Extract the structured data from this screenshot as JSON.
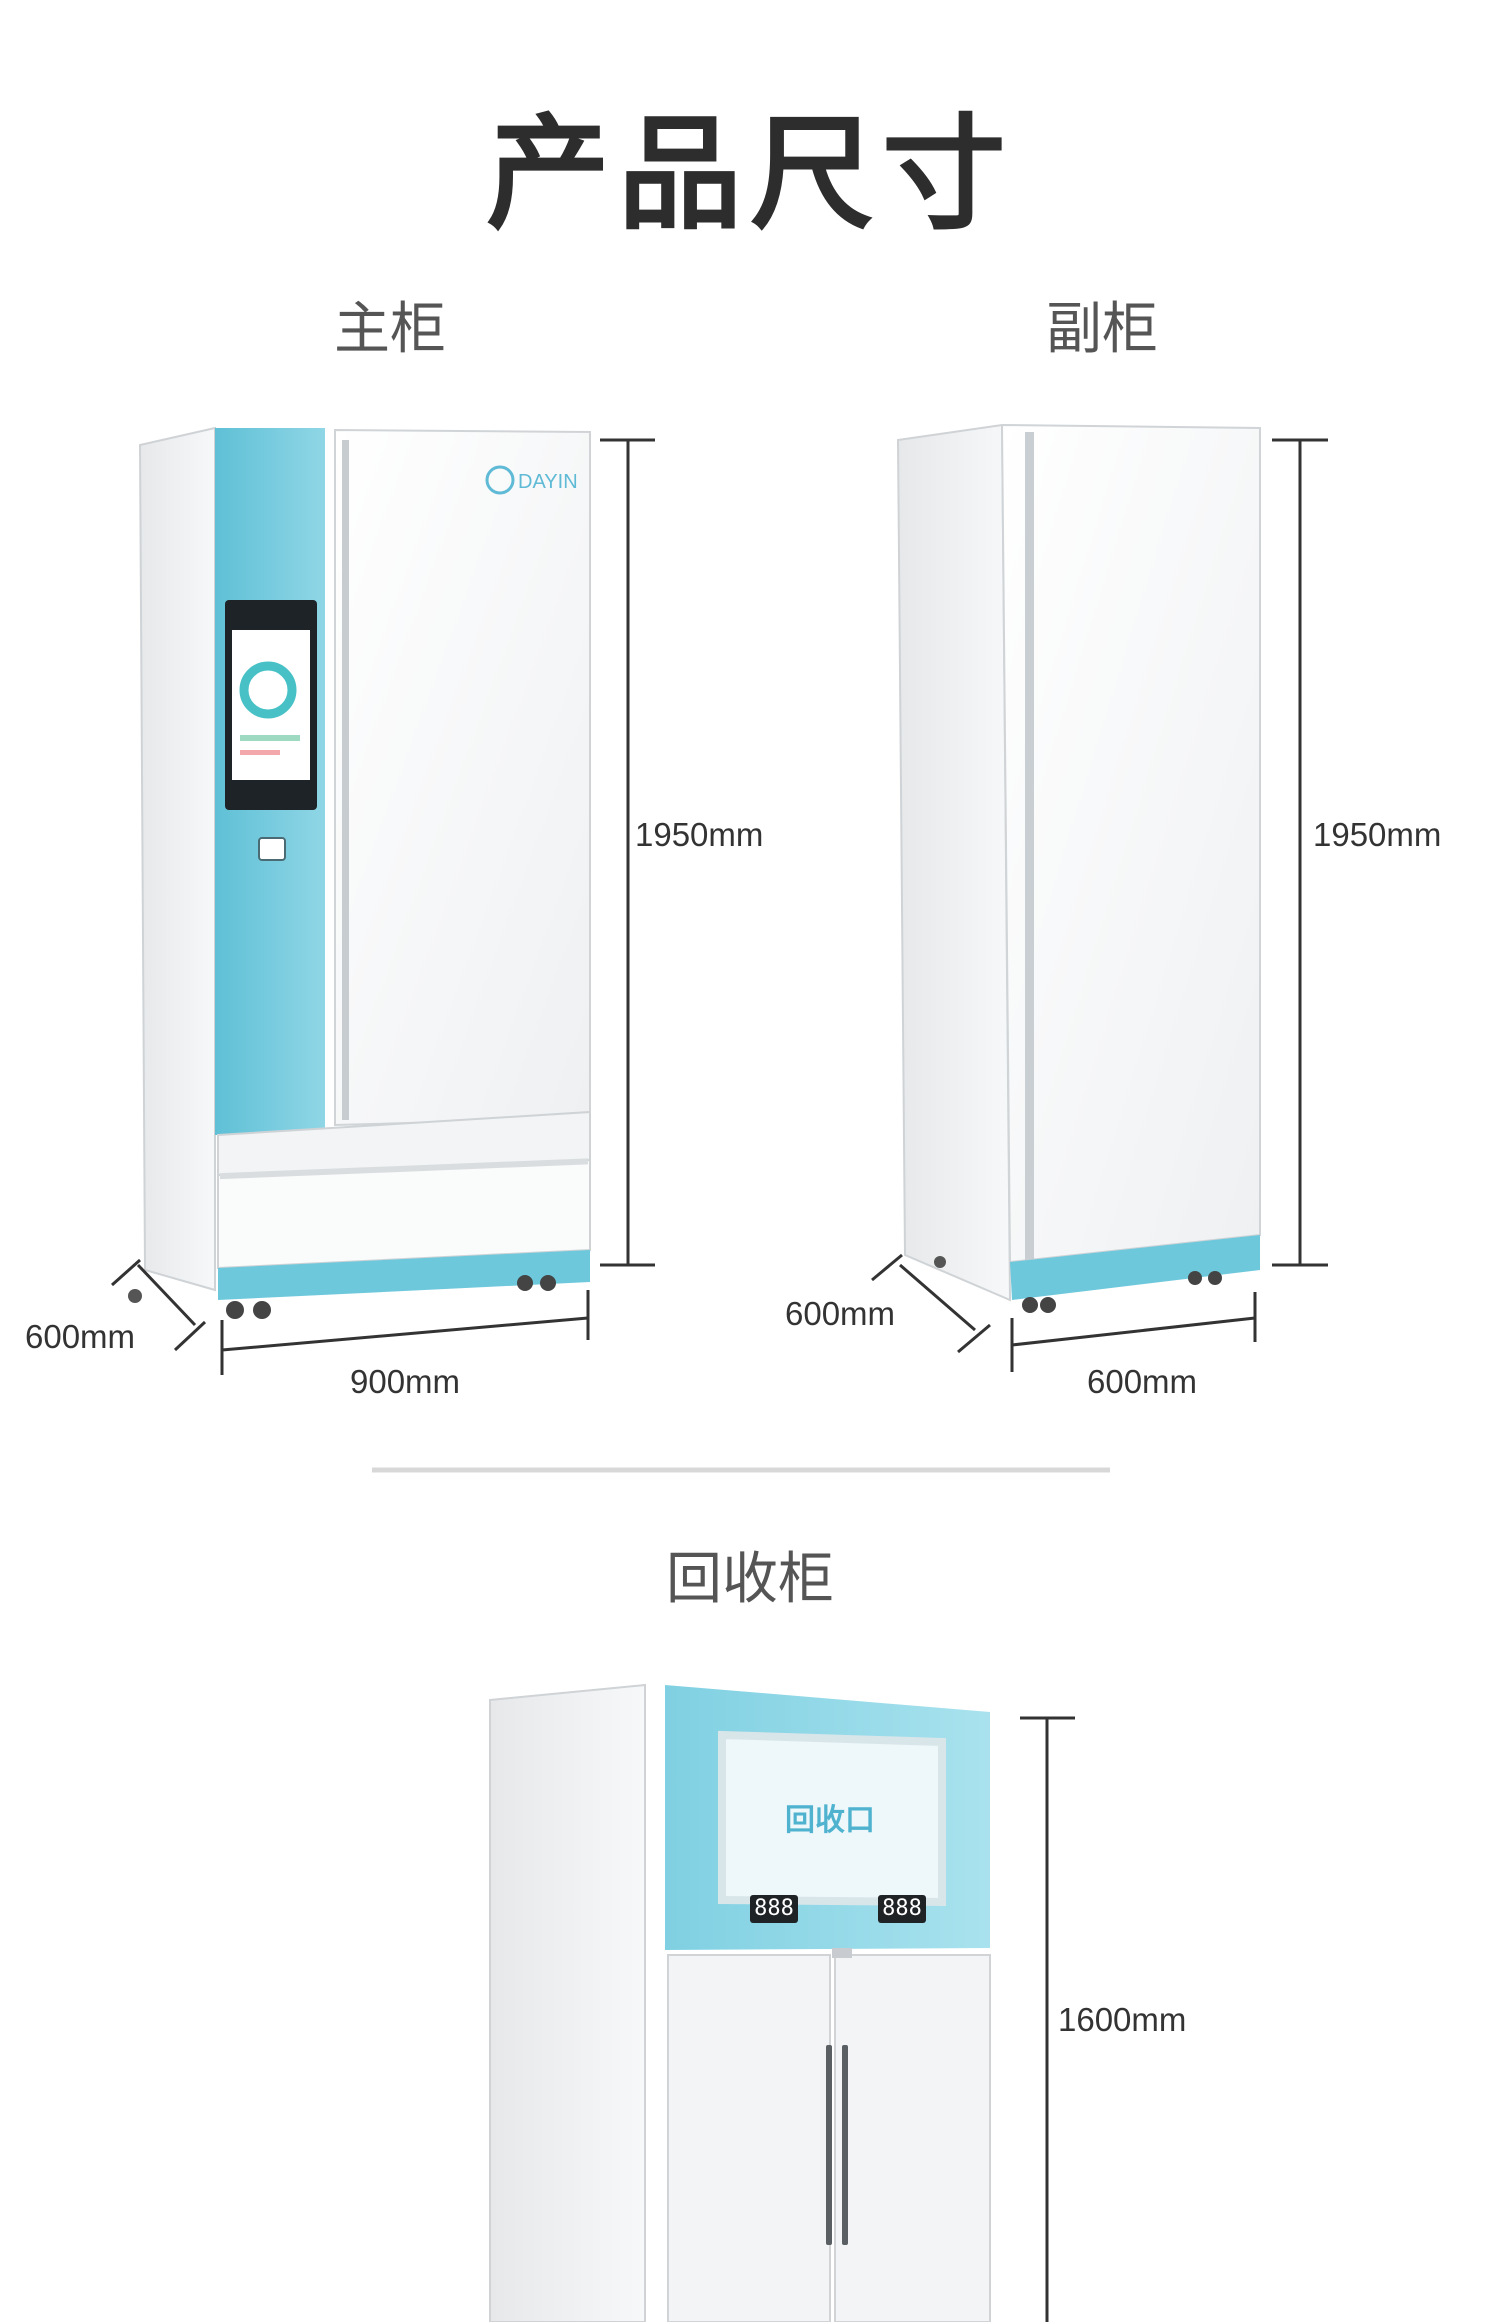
{
  "page_title": "产品尺寸",
  "sections": {
    "main_cabinet": {
      "title": "主柜",
      "height": "1950mm",
      "width": "900mm",
      "depth": "600mm",
      "logo_text": "DAYIN"
    },
    "sub_cabinet": {
      "title": "副柜",
      "height": "1950mm",
      "width": "600mm",
      "depth": "600mm"
    },
    "recycle_cabinet": {
      "title": "回收柜",
      "height": "1600mm",
      "slot_label": "回收口",
      "counter_display": "888"
    }
  },
  "colors": {
    "accent": "#6ec8dc",
    "accent_light": "#a6e0ec",
    "cabinet_white": "#f5f6f7",
    "line": "#333333",
    "divider": "#d8d8d8"
  }
}
